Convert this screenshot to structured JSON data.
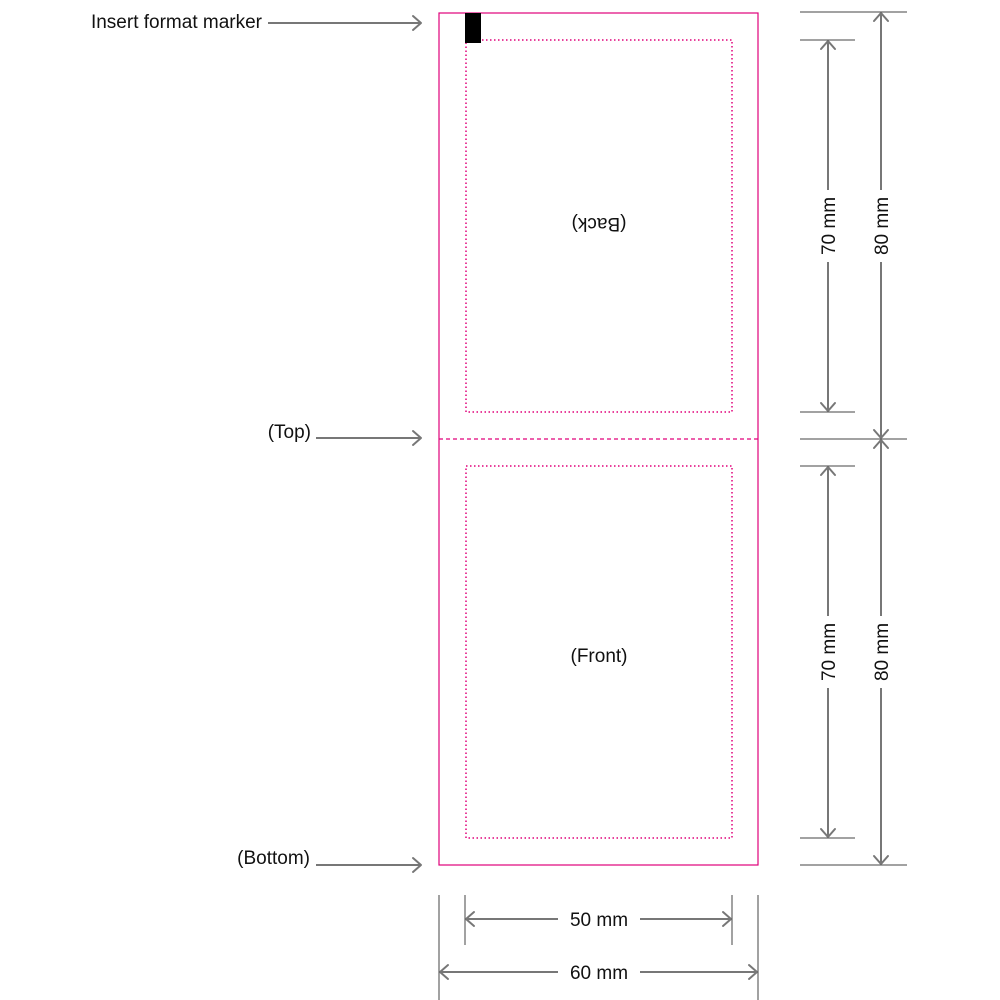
{
  "labels": {
    "insert_marker": "Insert format marker",
    "top": "(Top)",
    "bottom": "(Bottom)",
    "back": "(Back)",
    "front": "(Front)"
  },
  "dimensions": {
    "upper_inner_height": "70 mm",
    "upper_outer_height": "80 mm",
    "lower_inner_height": "70 mm",
    "lower_outer_height": "80 mm",
    "inner_width": "50 mm",
    "outer_width": "60 mm"
  },
  "colors": {
    "cut_line": "#e0007a",
    "arrows": "#777777",
    "marker": "#000000"
  }
}
